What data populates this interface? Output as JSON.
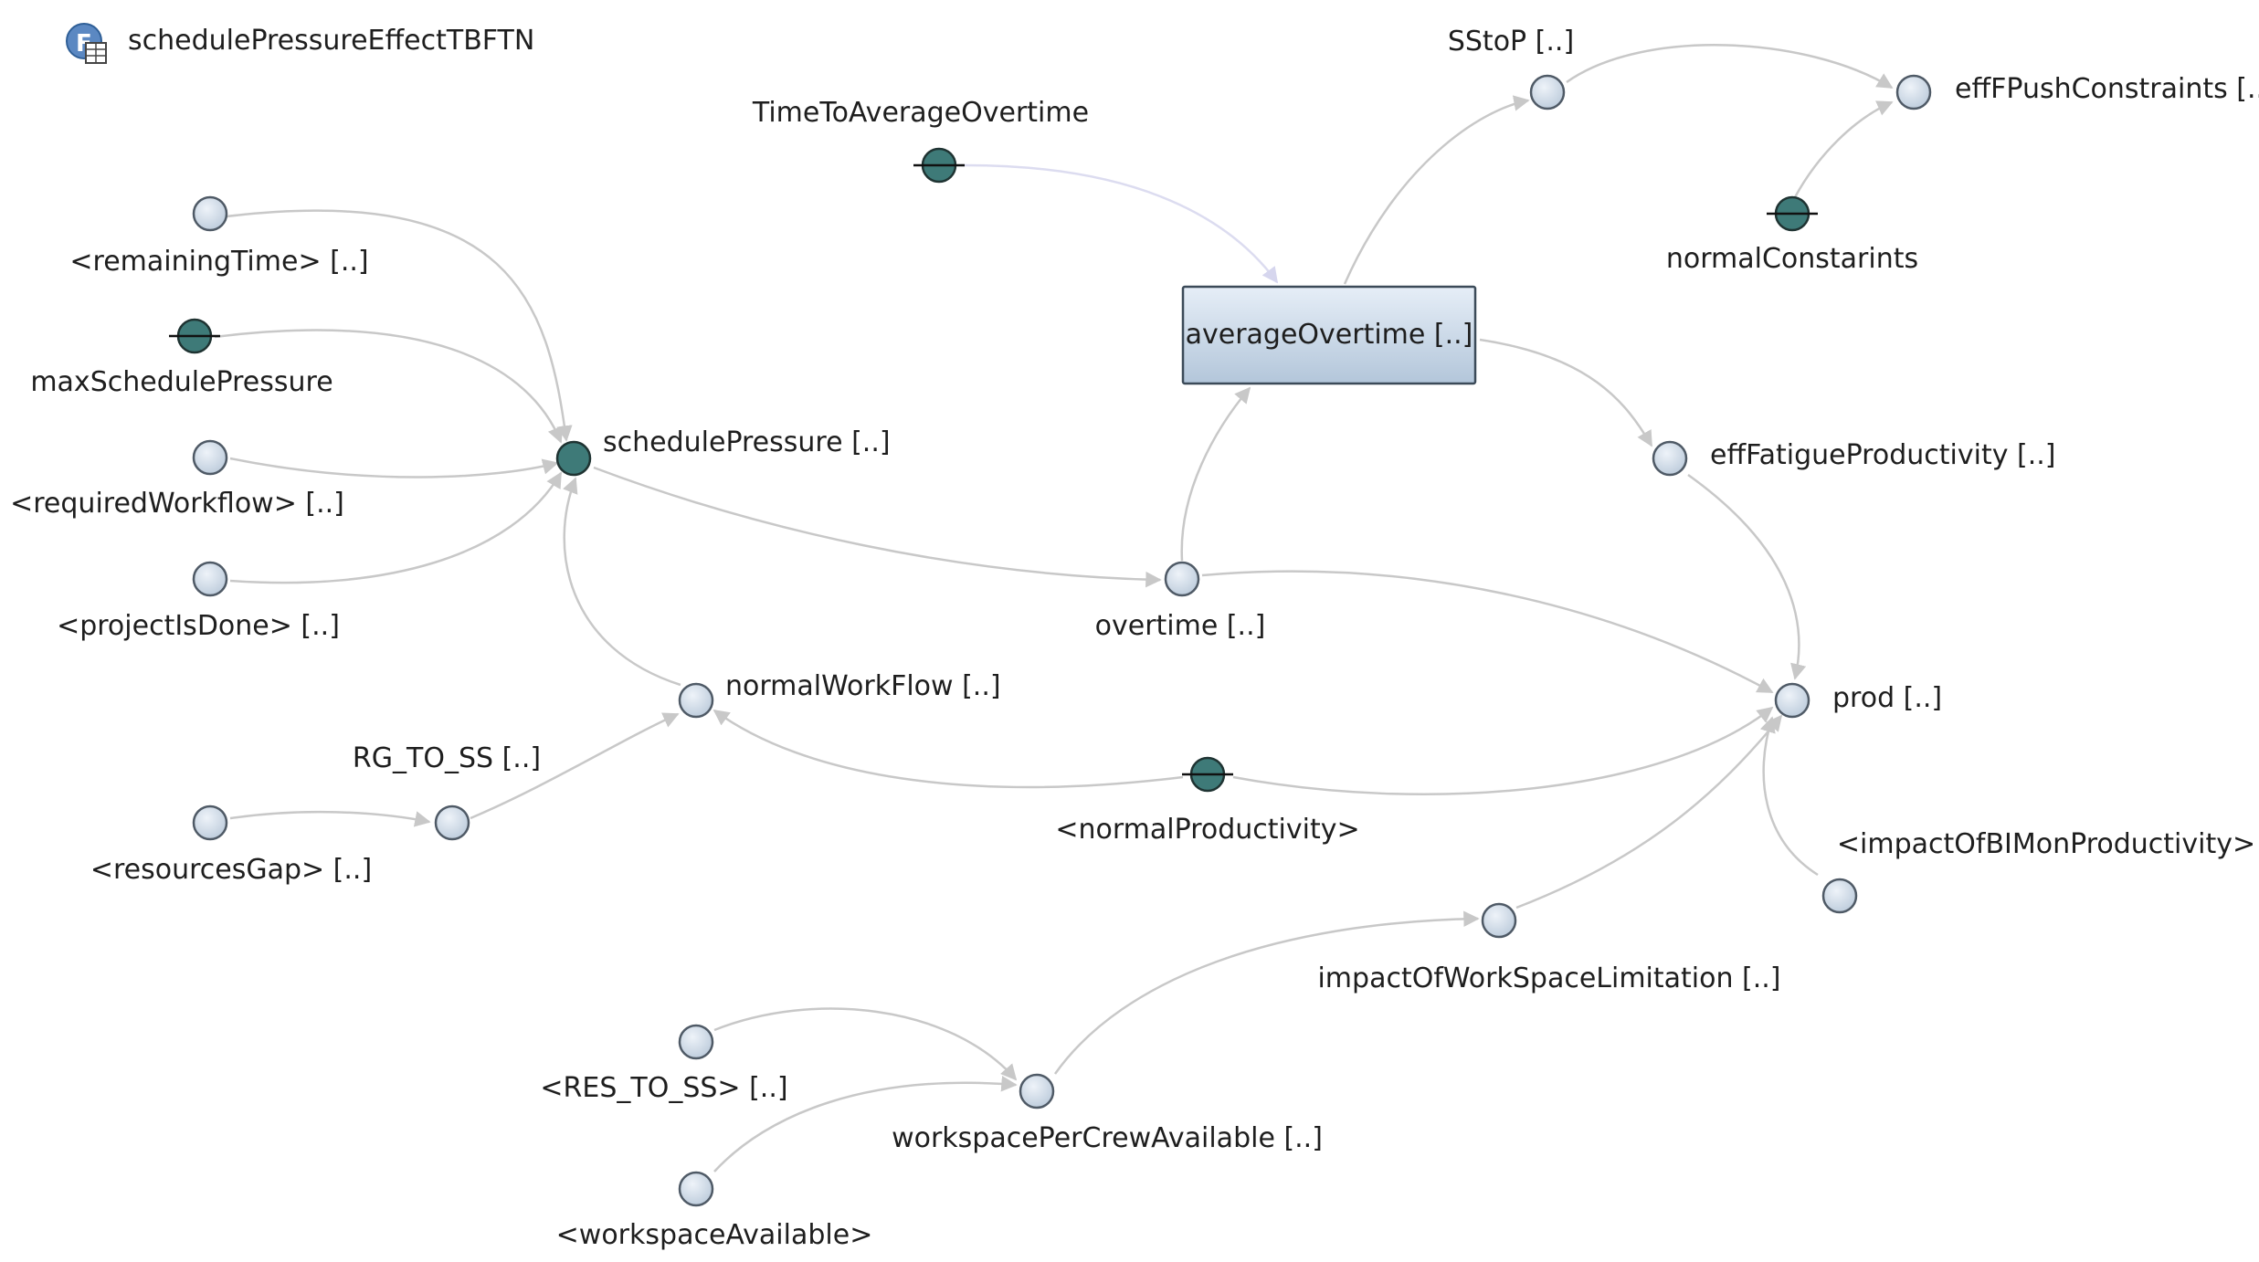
{
  "diagram": {
    "title": "schedulePressureEffectTBFTN",
    "title_icon": "function-table-icon",
    "colors": {
      "variable_fill": "#cfdbe8",
      "constant_fill": "#3e7a78",
      "stock_fill": "#c7d9ea",
      "link": "#c8c8c8"
    },
    "nodes": [
      {
        "id": "remainingTime",
        "label": "<remainingTime> [..]",
        "kind": "variable"
      },
      {
        "id": "maxSchedulePressure",
        "label": "maxSchedulePressure",
        "kind": "constant"
      },
      {
        "id": "requiredWorkflow",
        "label": "<requiredWorkflow> [..]",
        "kind": "variable"
      },
      {
        "id": "projectIsDone",
        "label": "<projectIsDone> [..]",
        "kind": "variable"
      },
      {
        "id": "schedulePressure",
        "label": "schedulePressure [..]",
        "kind": "auxiliary"
      },
      {
        "id": "TimeToAverageOvertime",
        "label": "TimeToAverageOvertime",
        "kind": "constant"
      },
      {
        "id": "averageOvertime",
        "label": "averageOvertime [..]",
        "kind": "stock"
      },
      {
        "id": "SStoP",
        "label": "SStoP [..]",
        "kind": "variable"
      },
      {
        "id": "effFPushConstraints",
        "label": "effFPushConstraints [..]",
        "kind": "variable"
      },
      {
        "id": "normalConstarints",
        "label": "normalConstarints",
        "kind": "constant"
      },
      {
        "id": "effFatigueProductivity",
        "label": "effFatigueProductivity [..]",
        "kind": "variable"
      },
      {
        "id": "overtime",
        "label": "overtime [..]",
        "kind": "variable"
      },
      {
        "id": "normalWorkFlow",
        "label": "normalWorkFlow [..]",
        "kind": "variable"
      },
      {
        "id": "RG_TO_SS",
        "label": "RG_TO_SS [..]",
        "kind": "variable"
      },
      {
        "id": "resourcesGap",
        "label": "<resourcesGap> [..]",
        "kind": "variable"
      },
      {
        "id": "normalProductivity",
        "label": "<normalProductivity>",
        "kind": "constant"
      },
      {
        "id": "prod",
        "label": "prod [..]",
        "kind": "variable"
      },
      {
        "id": "impactOfBIMonProductivity",
        "label": "<impactOfBIMonProductivity>",
        "kind": "variable"
      },
      {
        "id": "impactOfWorkSpaceLimitation",
        "label": "impactOfWorkSpaceLimitation [..]",
        "kind": "variable"
      },
      {
        "id": "RES_TO_SS",
        "label": "<RES_TO_SS> [..]",
        "kind": "variable"
      },
      {
        "id": "workspacePerCrewAvailable",
        "label": "workspacePerCrewAvailable [..]",
        "kind": "variable"
      },
      {
        "id": "workspaceAvailable",
        "label": "<workspaceAvailable>",
        "kind": "variable"
      }
    ],
    "edges": [
      {
        "from": "remainingTime",
        "to": "schedulePressure"
      },
      {
        "from": "maxSchedulePressure",
        "to": "schedulePressure"
      },
      {
        "from": "requiredWorkflow",
        "to": "schedulePressure"
      },
      {
        "from": "projectIsDone",
        "to": "schedulePressure"
      },
      {
        "from": "normalWorkFlow",
        "to": "schedulePressure"
      },
      {
        "from": "schedulePressure",
        "to": "overtime"
      },
      {
        "from": "overtime",
        "to": "averageOvertime"
      },
      {
        "from": "TimeToAverageOvertime",
        "to": "averageOvertime"
      },
      {
        "from": "averageOvertime",
        "to": "SStoP"
      },
      {
        "from": "SStoP",
        "to": "effFPushConstraints"
      },
      {
        "from": "normalConstarints",
        "to": "effFPushConstraints"
      },
      {
        "from": "averageOvertime",
        "to": "effFatigueProductivity"
      },
      {
        "from": "effFatigueProductivity",
        "to": "prod"
      },
      {
        "from": "overtime",
        "to": "prod"
      },
      {
        "from": "normalProductivity",
        "to": "prod"
      },
      {
        "from": "normalProductivity",
        "to": "normalWorkFlow"
      },
      {
        "from": "impactOfBIMonProductivity",
        "to": "prod"
      },
      {
        "from": "impactOfWorkSpaceLimitation",
        "to": "prod"
      },
      {
        "from": "resourcesGap",
        "to": "RG_TO_SS"
      },
      {
        "from": "RG_TO_SS",
        "to": "normalWorkFlow"
      },
      {
        "from": "RES_TO_SS",
        "to": "workspacePerCrewAvailable"
      },
      {
        "from": "workspaceAvailable",
        "to": "workspacePerCrewAvailable"
      },
      {
        "from": "workspacePerCrewAvailable",
        "to": "impactOfWorkSpaceLimitation"
      }
    ]
  }
}
